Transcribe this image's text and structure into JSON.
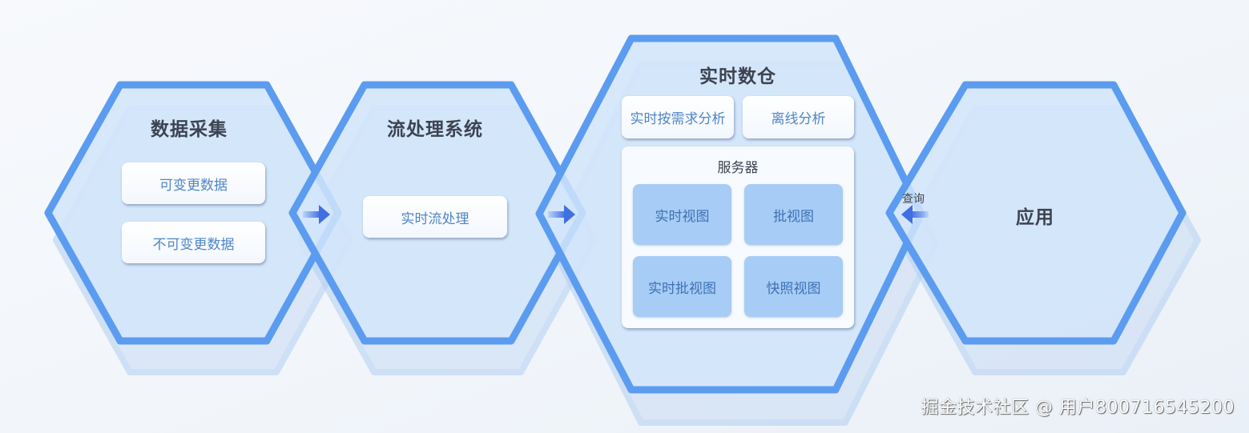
{
  "diagram": {
    "stages": [
      {
        "id": "collect",
        "title": "数据采集",
        "items": [
          "可变更数据",
          "不可变更数据"
        ]
      },
      {
        "id": "stream",
        "title": "流处理系统",
        "items": [
          "实时流处理"
        ]
      },
      {
        "id": "warehouse",
        "title": "实时数仓",
        "analysis": [
          "实时按需求分析",
          "离线分析"
        ],
        "server": {
          "title": "服务器",
          "views": [
            "实时视图",
            "批视图",
            "实时批视图",
            "快照视图"
          ]
        }
      },
      {
        "id": "app",
        "title": "应用"
      }
    ],
    "connectors": [
      {
        "from": "collect",
        "to": "stream",
        "direction": "right",
        "label": ""
      },
      {
        "from": "stream",
        "to": "warehouse",
        "direction": "right",
        "label": ""
      },
      {
        "from": "app",
        "to": "warehouse",
        "direction": "left",
        "label": "查询"
      }
    ],
    "colors": {
      "hex_stroke": "#5b9cf0",
      "hex_fill": "#d2e5fa",
      "view_fill": "#a7ccf6",
      "text_dark": "#3d4350",
      "text_blue": "#4f86c6",
      "arrow": "#3f6fe0"
    }
  },
  "watermark": "掘金技术社区 @ 用户800716545200"
}
